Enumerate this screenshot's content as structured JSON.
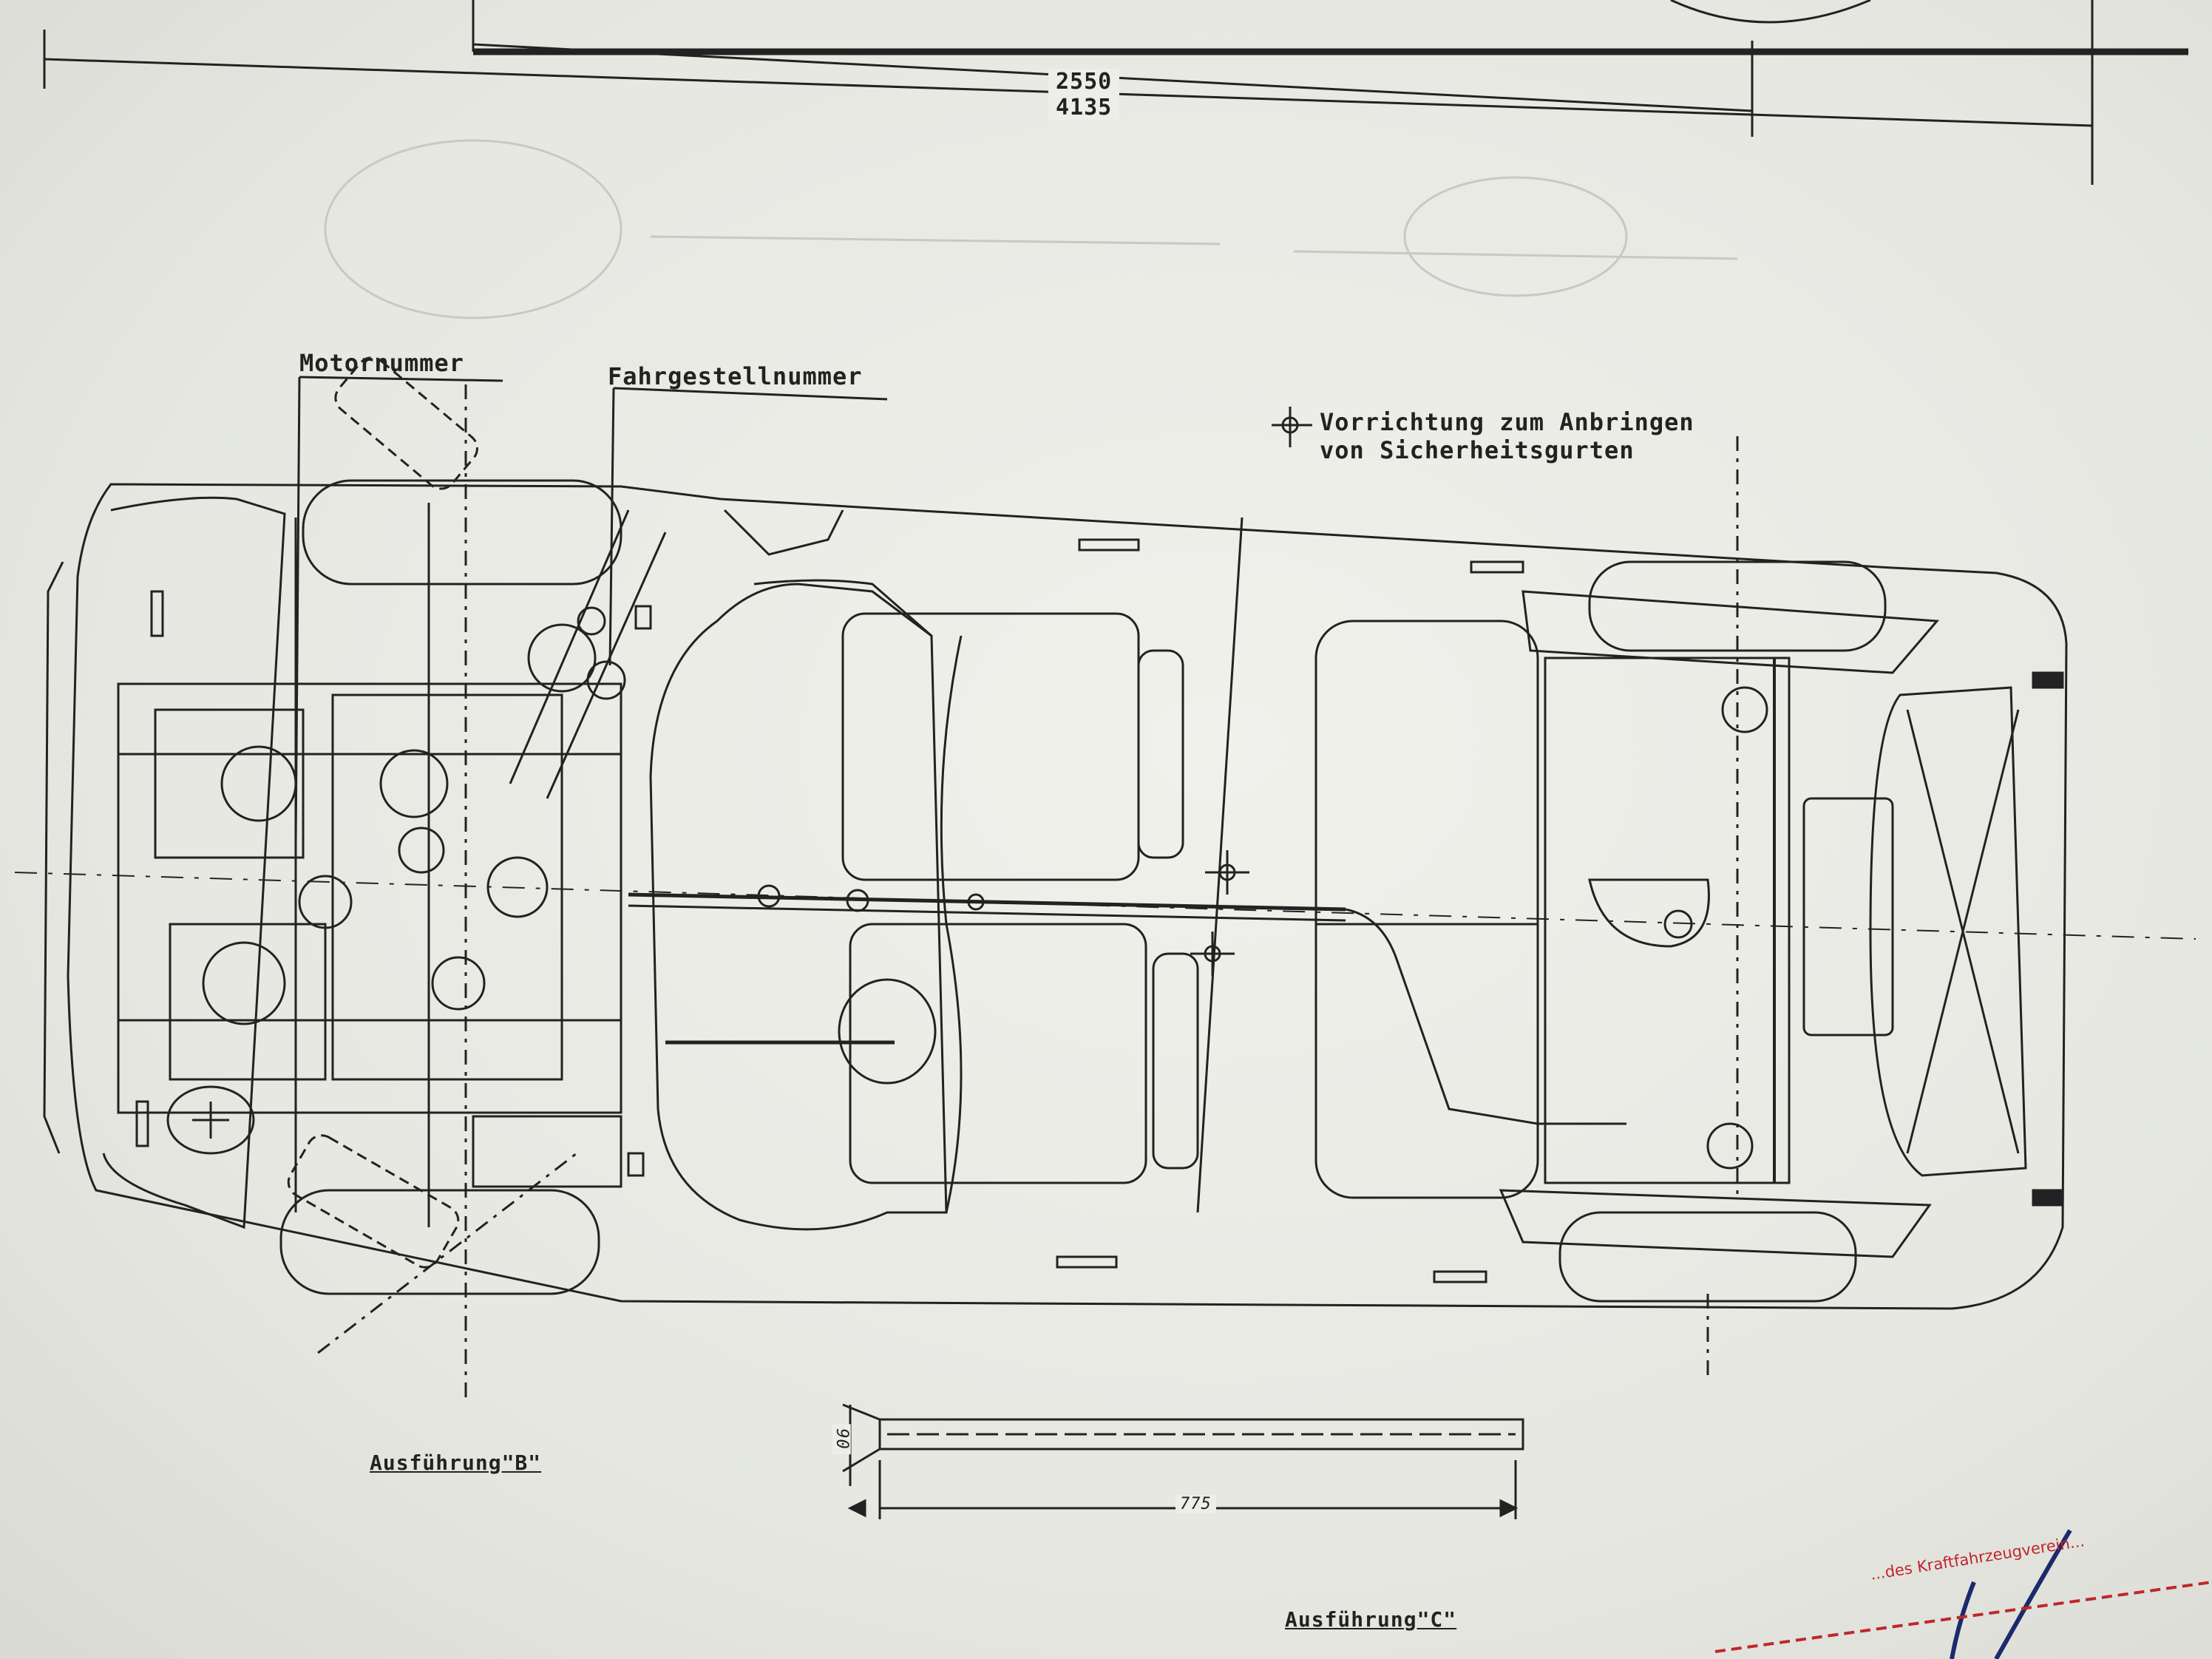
{
  "dimensions": {
    "wheelbase": "2550",
    "overall_length": "4135",
    "frame_width": "90",
    "frame_length": "775"
  },
  "callouts": {
    "engine_number": "Motornummer",
    "chassis_number": "Fahrgestellnummer",
    "seatbelt_line1": "Vorrichtung zum Anbringen",
    "seatbelt_line2": "von Sicherheitsgurten"
  },
  "variants": {
    "b": "Ausführung\"B\"",
    "c": "Ausführung\"C\""
  },
  "stamp": {
    "text": "...des Kraftfahrzeugverein..."
  },
  "colors": {
    "ink": "#222222",
    "paper": "#eceee8",
    "stamp": "#c0262c",
    "pen": "#1b2a6b"
  }
}
